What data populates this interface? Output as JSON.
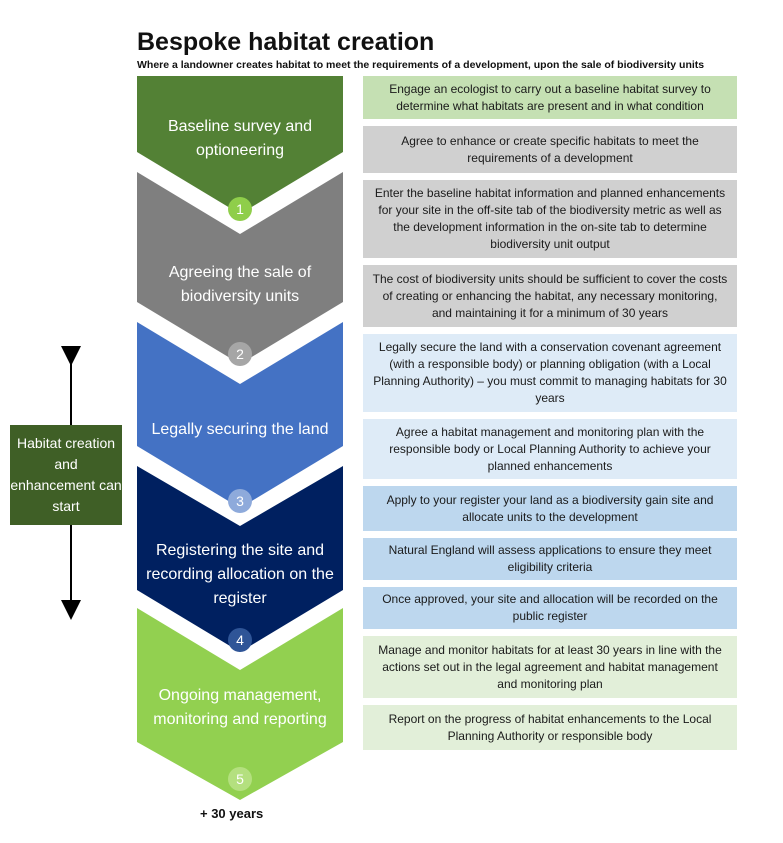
{
  "header": {
    "title": "Bespoke habitat creation",
    "subtitle": "Where a landowner creates habitat to meet the requirements of a development, upon the sale of biodiversity units"
  },
  "colors": {
    "stage1": "#538135",
    "stage2": "#7f7f7f",
    "stage3": "#4472c4",
    "stage4": "#002060",
    "stage5": "#92d050",
    "start_box": "#3f5f26",
    "box_light_green": "#c5e0b3",
    "box_grey": "#d0d0d0",
    "box_light_blue": "#deebf7",
    "box_blue": "#bdd7ee",
    "box_pale_green": "#e2efd9"
  },
  "stages": [
    {
      "label": "Baseline survey and optioneering",
      "number": "1"
    },
    {
      "label": "Agreeing the sale of biodiversity units",
      "number": "2"
    },
    {
      "label": "Legally securing the land",
      "number": "3"
    },
    {
      "label": "Registering the site and recording allocation on the register",
      "number": "4"
    },
    {
      "label": "Ongoing management, monitoring and reporting",
      "number": "5"
    }
  ],
  "steps": [
    "Engage an ecologist to carry out a baseline habitat survey to determine what habitats are present and in what condition",
    "Agree to enhance or create specific habitats to meet the requirements of a development",
    "Enter the baseline habitat information and planned enhancements for your site in the off-site tab of the biodiversity metric as well as the development information in the on-site tab to determine biodiversity unit output",
    "The cost of biodiversity units should be sufficient to cover the costs of creating or enhancing the habitat, any necessary monitoring, and maintaining it for a minimum of 30 years",
    "Legally secure the land with a conservation covenant agreement (with a responsible body) or planning obligation (with a Local Planning Authority) – you must commit to managing habitats for 30 years",
    "Agree a habitat management and monitoring plan with the responsible body or Local Planning Authority to achieve your planned enhancements",
    "Apply to your register your land as a biodiversity gain site and allocate units to the development",
    "Natural England will assess applications to ensure they meet eligibility criteria",
    "Once approved, your site and allocation will be recorded on the public register",
    "Manage and monitor habitats for at least 30 years in line with the actions set out in the legal agreement and habitat management and monitoring plan",
    "Report on the progress of habitat enhancements to the Local Planning Authority or responsible body"
  ],
  "start_note": "Habitat creation and enhancement can start",
  "duration": "+ 30 years"
}
